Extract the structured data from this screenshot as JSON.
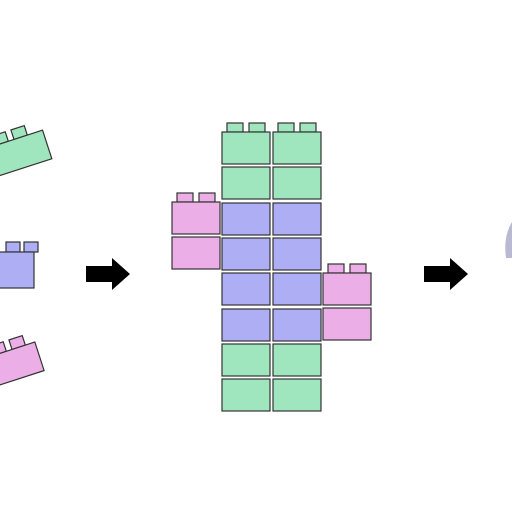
{
  "colors": {
    "green": "#9fe6be",
    "blue": "#aeaef5",
    "pink": "#ecaee6",
    "outline": "#333333",
    "arrow": "#000000",
    "edge": "#b9b9d2"
  },
  "left_pieces": [
    {
      "name": "green-brick",
      "color": "green"
    },
    {
      "name": "blue-brick",
      "color": "blue"
    },
    {
      "name": "pink-brick",
      "color": "pink"
    }
  ],
  "assembly": {
    "columns": [
      {
        "name": "left-pink-column",
        "cells": [
          "pink",
          "pink"
        ],
        "studs": true
      },
      {
        "name": "center-left-column",
        "cells": [
          "green",
          "green",
          "blue",
          "blue",
          "blue",
          "blue",
          "green",
          "green"
        ],
        "studs": true
      },
      {
        "name": "center-right-column",
        "cells": [
          "green",
          "green",
          "blue",
          "blue",
          "blue",
          "blue",
          "green",
          "green"
        ],
        "studs": true
      },
      {
        "name": "right-pink-column",
        "cells": [
          "pink",
          "pink"
        ],
        "studs": true
      }
    ]
  },
  "arrows": [
    "right",
    "right"
  ]
}
